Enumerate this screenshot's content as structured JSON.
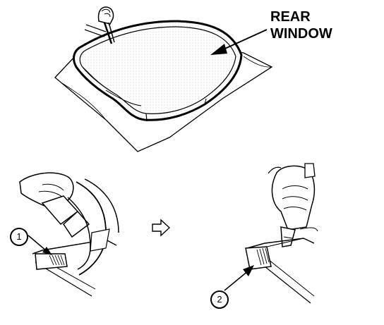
{
  "labels": {
    "rear_line": "REAR",
    "window_line": "WINDOW"
  },
  "callouts": {
    "one": "1",
    "two": "2"
  },
  "colors": {
    "ink": "#000000",
    "paper": "#ffffff",
    "glass_texture": "#f2f2f2"
  },
  "icons": {
    "step_arrow": "right-arrow-outline-icon"
  }
}
